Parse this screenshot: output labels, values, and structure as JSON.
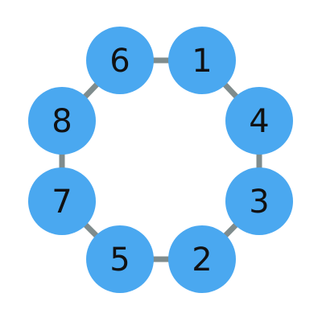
{
  "colors": {
    "node_fill": "#4aa8f0",
    "edge_stroke": "#7f8c8d",
    "label": "#111111",
    "background": "#ffffff"
  },
  "nodes": [
    {
      "label": "6"
    },
    {
      "label": "1"
    },
    {
      "label": "4"
    },
    {
      "label": "3"
    },
    {
      "label": "2"
    },
    {
      "label": "5"
    },
    {
      "label": "7"
    },
    {
      "label": "8"
    }
  ]
}
